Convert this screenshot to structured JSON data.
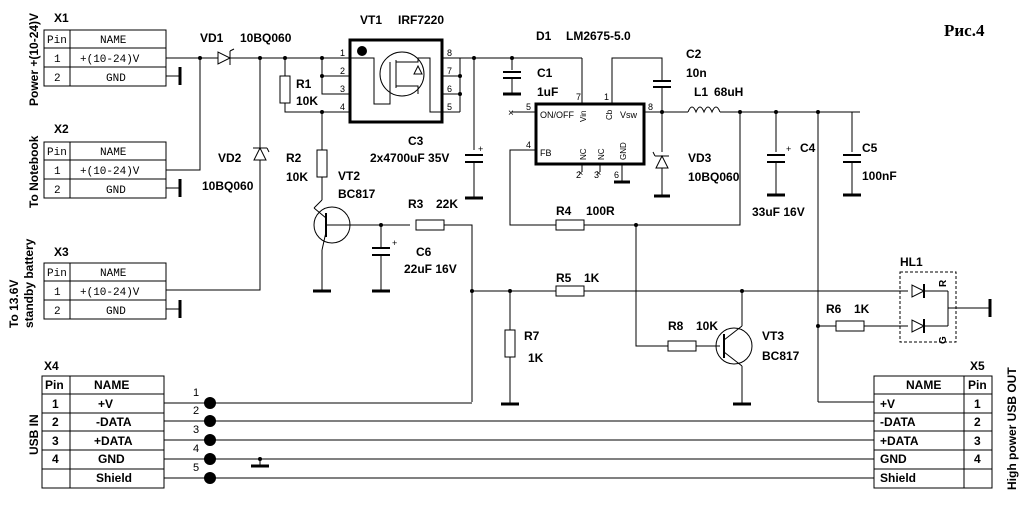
{
  "figure_label": "Рис.4",
  "connectors": {
    "X1": {
      "ref": "X1",
      "side": "Power +(10-24)V",
      "hdr_pin": "Pin",
      "hdr_name": "NAME",
      "rows": [
        {
          "pin": "1",
          "name": "+(10-24)V"
        },
        {
          "pin": "2",
          "name": "GND"
        }
      ]
    },
    "X2": {
      "ref": "X2",
      "side": "To Notebook",
      "hdr_pin": "Pin",
      "hdr_name": "NAME",
      "rows": [
        {
          "pin": "1",
          "name": "+(10-24)V"
        },
        {
          "pin": "2",
          "name": "GND"
        }
      ]
    },
    "X3": {
      "ref": "X3",
      "side1": "To 13.6V",
      "side2": "standby battery",
      "hdr_pin": "Pin",
      "hdr_name": "NAME",
      "rows": [
        {
          "pin": "1",
          "name": "+(10-24)V"
        },
        {
          "pin": "2",
          "name": "GND"
        }
      ]
    },
    "X4": {
      "ref": "X4",
      "side": "USB IN",
      "hdr_pin": "Pin",
      "hdr_name": "NAME",
      "rows": [
        {
          "pin": "1",
          "name": "+V"
        },
        {
          "pin": "2",
          "name": "-DATA"
        },
        {
          "pin": "3",
          "name": "+DATA"
        },
        {
          "pin": "4",
          "name": "GND"
        },
        {
          "pin": "",
          "name": "Shield"
        }
      ]
    },
    "X5": {
      "ref": "X5",
      "side": "High power USB OUT",
      "hdr_pin": "Pin",
      "hdr_name": "NAME",
      "rows": [
        {
          "pin": "1",
          "name": "+V"
        },
        {
          "pin": "2",
          "name": "-DATA"
        },
        {
          "pin": "3",
          "name": "+DATA"
        },
        {
          "pin": "4",
          "name": "GND"
        },
        {
          "pin": "",
          "name": "Shield"
        }
      ]
    }
  },
  "bus_numbers": [
    "1",
    "2",
    "3",
    "4",
    "5"
  ],
  "parts": {
    "VD1": {
      "ref": "VD1",
      "value": "10BQ060"
    },
    "VD2": {
      "ref": "VD2",
      "value": "10BQ060"
    },
    "VD3": {
      "ref": "VD3",
      "value": "10BQ060"
    },
    "VT1": {
      "ref": "VT1",
      "value": "IRF7220",
      "pins": [
        "1",
        "2",
        "3",
        "4",
        "8",
        "7",
        "6",
        "5"
      ]
    },
    "VT2": {
      "ref": "VT2",
      "value": "BC817"
    },
    "VT3": {
      "ref": "VT3",
      "value": "BC817"
    },
    "R1": {
      "ref": "R1",
      "value": "10K"
    },
    "R2": {
      "ref": "R2",
      "value": "10K"
    },
    "R3": {
      "ref": "R3",
      "value": "22K"
    },
    "R4": {
      "ref": "R4",
      "value": "100R"
    },
    "R5": {
      "ref": "R5",
      "value": "1K"
    },
    "R6": {
      "ref": "R6",
      "value": "1K"
    },
    "R7": {
      "ref": "R7",
      "value": "1K"
    },
    "R8": {
      "ref": "R8",
      "value": "10K"
    },
    "C1": {
      "ref": "C1",
      "value": "1uF"
    },
    "C2": {
      "ref": "C2",
      "value": "10n"
    },
    "C3": {
      "ref": "C3",
      "value": "2x4700uF 35V"
    },
    "C4": {
      "ref": "C4",
      "value": "33uF 16V"
    },
    "C5": {
      "ref": "C5",
      "value": "100nF"
    },
    "C6": {
      "ref": "C6",
      "value": "22uF 16V"
    },
    "L1": {
      "ref": "L1",
      "value": "68uH"
    },
    "HL1": {
      "ref": "HL1",
      "r": "R",
      "g": "G"
    },
    "D1": {
      "ref": "D1",
      "value": "LM2675-5.0",
      "pins": {
        "on_off": "ON/OFF",
        "fb": "FB",
        "vin": "Vin",
        "cb": "Cb",
        "vsw": "Vsw",
        "nc1": "NC",
        "nc2": "NC",
        "gnd": "GND"
      },
      "pin_numbers": {
        "p5": "5",
        "p4": "4",
        "p7": "7",
        "p1": "1",
        "p8": "8",
        "p2": "2",
        "p3": "3",
        "p6": "6"
      }
    }
  }
}
